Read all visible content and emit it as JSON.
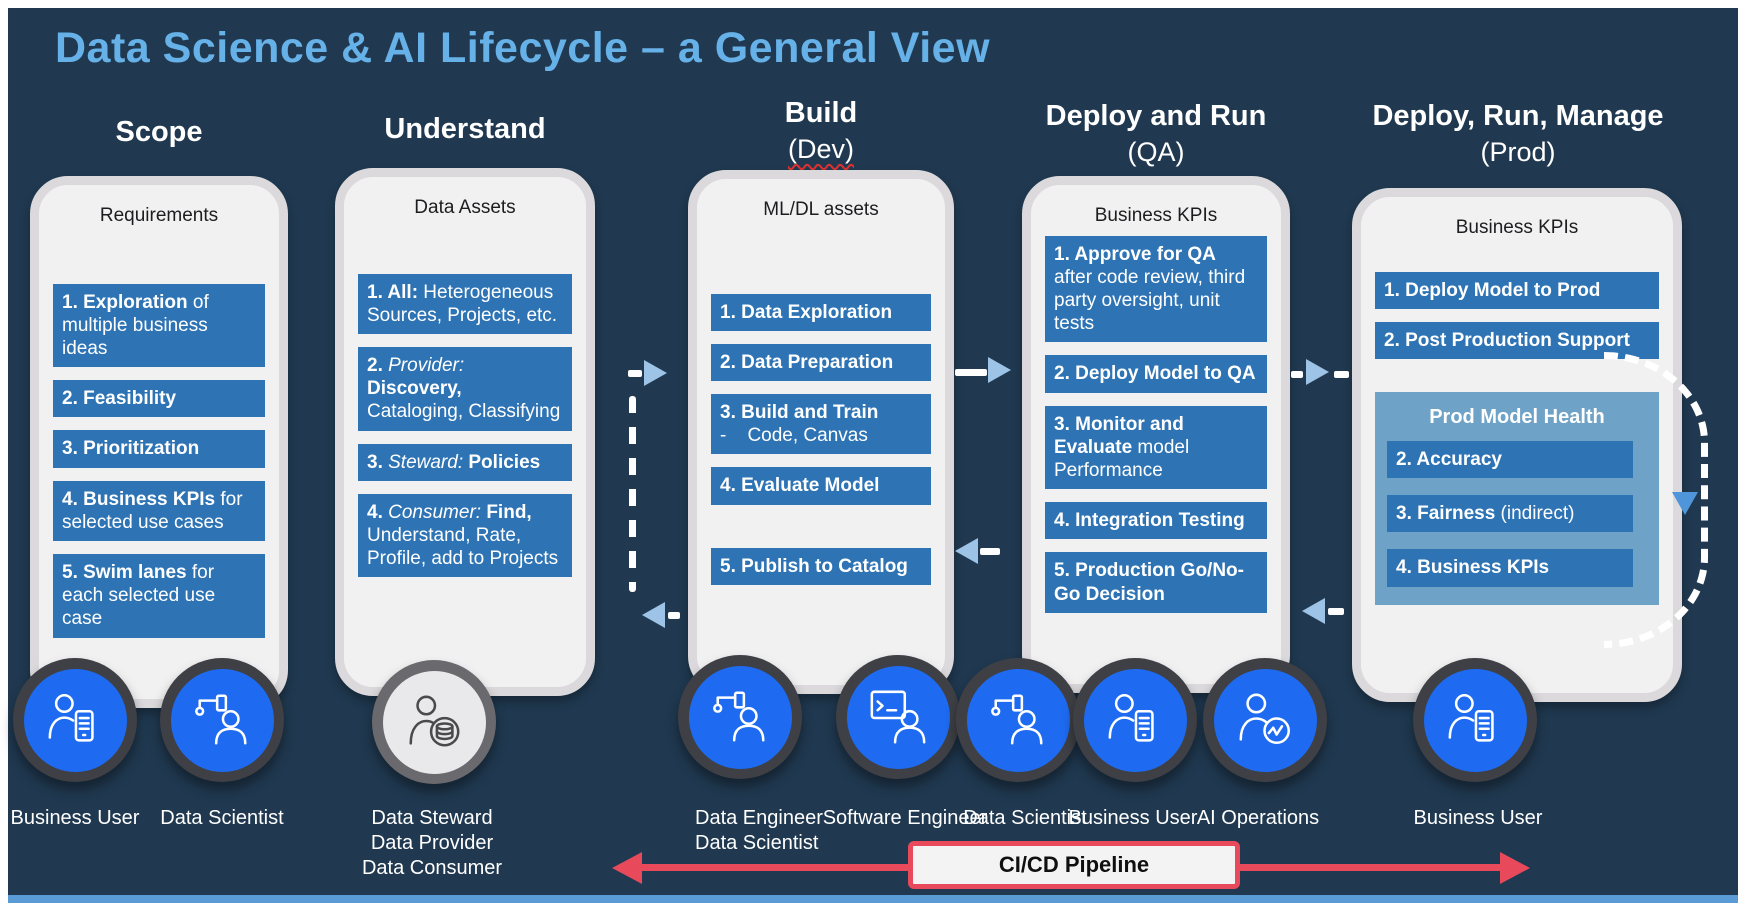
{
  "title": "Data Science & AI Lifecycle – a General View",
  "colors": {
    "background": "#203950",
    "title_blue": "#66B1E8",
    "step_blue": "#2E74B5",
    "health_blue": "#6FA2C7",
    "persona_blue": "#1E6BF1",
    "persona_ring": "#3E4045",
    "arrow_light_blue": "#9DC3E6",
    "arrow_mid_blue": "#4E96D9",
    "cicd_red": "#E8495B",
    "bottom_bar_blue": "#5B9BD5",
    "card_gray": "#f2f1f2"
  },
  "columns": [
    {
      "header": "Scope",
      "sub": "",
      "card_title": "Requirements",
      "items": [
        {
          "b1": "1. Exploration",
          "r": " of multiple business ideas"
        },
        {
          "b1": "2. Feasibility"
        },
        {
          "b1": "3. Prioritization"
        },
        {
          "b1": "4. Business KPIs",
          "r": " for selected use cases"
        },
        {
          "b1": "5. Swim lanes",
          "r": " for each selected use case"
        }
      ]
    },
    {
      "header": "Understand",
      "sub": "",
      "card_title": "Data Assets",
      "items": [
        {
          "b1": "1. All:",
          "r": " Heterogeneous Sources, Projects, etc."
        },
        {
          "b1": "2. ",
          "i1": "Provider:",
          "b2": " Discovery,",
          "r": " Cataloging, Classifying"
        },
        {
          "b1": "3. ",
          "i1": "Steward:",
          "b2": " Policies"
        },
        {
          "b1": "4. ",
          "i1": "Consumer:",
          "b2": " Find,",
          "r": " Understand, Rate, Profile, add to Projects"
        }
      ]
    },
    {
      "header": "Build",
      "sub": "(Dev)",
      "card_title": "ML/DL assets",
      "items": [
        {
          "b1": "1. Data Exploration"
        },
        {
          "b1": "2. Data Preparation"
        },
        {
          "b1": "3. Build and Train",
          "line2": "-    Code, Canvas"
        },
        {
          "b1": "4. Evaluate Model"
        },
        {
          "b1": "5. Publish to Catalog"
        }
      ]
    },
    {
      "header": "Deploy and Run",
      "sub": "(QA)",
      "card_title": "Business KPIs",
      "items": [
        {
          "b1": "1. Approve for QA",
          "r": " after code review, third party oversight, unit tests"
        },
        {
          "b1": "2. Deploy Model to QA"
        },
        {
          "b1": "3. Monitor and Evaluate",
          "r": " model Performance"
        },
        {
          "b1": "4. Integration Testing"
        },
        {
          "b1": "5. Production Go/No-Go Decision"
        }
      ]
    },
    {
      "header": "Deploy, Run, Manage",
      "sub": "(Prod)",
      "card_title": "Business KPIs",
      "items": [
        {
          "b1": "1. Deploy Model to Prod"
        },
        {
          "b1": "2. Post Production Support"
        }
      ],
      "health": {
        "title": "Prod Model Health",
        "items": [
          {
            "b1": "2. Accuracy"
          },
          {
            "b1": "3. Fairness",
            "r": " (indirect)"
          },
          {
            "b1": "4. Business KPIs"
          }
        ]
      }
    }
  ],
  "personas": [
    {
      "icon": "person-phone-icon",
      "style": "blue",
      "lines": [
        "Business User"
      ]
    },
    {
      "icon": "person-flowchart-icon",
      "style": "blue",
      "lines": [
        "Data Scientist"
      ]
    },
    {
      "icon": "person-database-icon",
      "style": "gray",
      "lines": [
        "Data Steward",
        "Data Provider",
        "Data Consumer"
      ]
    },
    {
      "icon": "person-flowchart-icon",
      "style": "blue",
      "lines": [
        "Data Engineer",
        "Data Scientist"
      ]
    },
    {
      "icon": "person-terminal-icon",
      "style": "blue",
      "lines": [
        "Software Engineer"
      ]
    },
    {
      "icon": "person-flowchart-icon",
      "style": "blue",
      "lines": [
        "Data Scientist"
      ]
    },
    {
      "icon": "person-phone-icon",
      "style": "blue",
      "lines": [
        "Business User"
      ]
    },
    {
      "icon": "person-chart-icon",
      "style": "blue",
      "lines": [
        "AI Operations"
      ]
    },
    {
      "icon": "person-phone-icon",
      "style": "blue",
      "lines": [
        "Business User"
      ]
    }
  ],
  "cicd": {
    "label": "CI/CD Pipeline"
  }
}
